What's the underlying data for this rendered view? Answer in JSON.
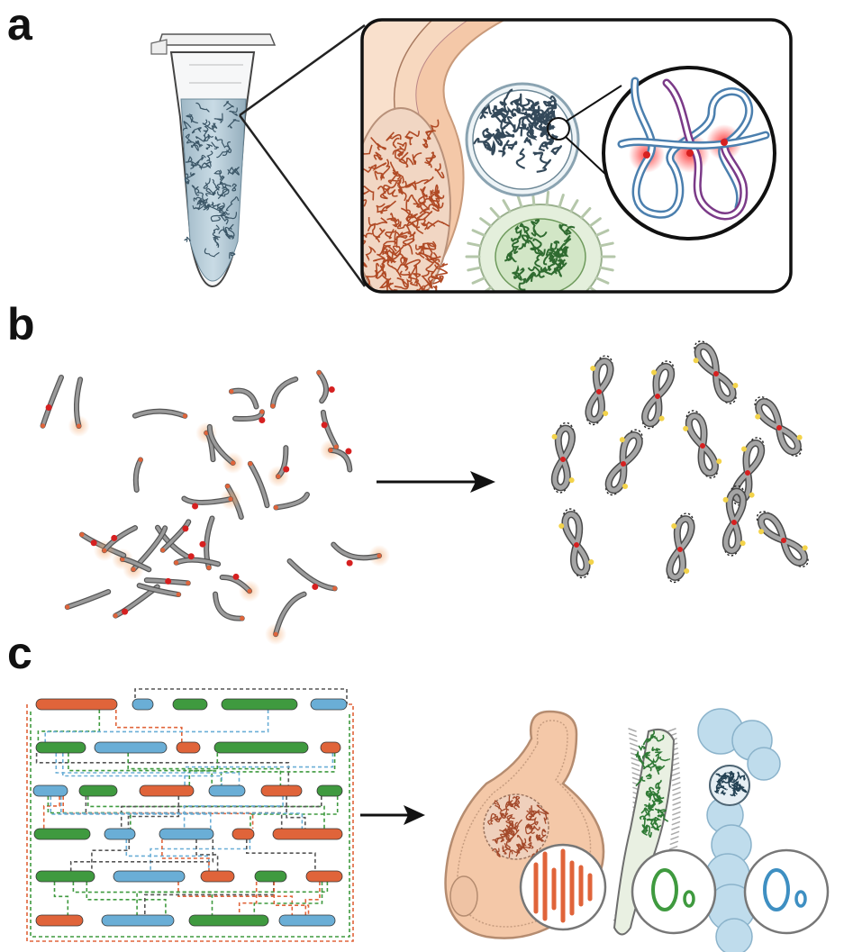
{
  "panels": [
    {
      "label": "a"
    },
    {
      "label": "b"
    },
    {
      "label": "c"
    }
  ],
  "colors": {
    "orange": "#e0643a",
    "blue": "#6aaed6",
    "green": "#3f9a3f",
    "yeast_fill": "#f4c8a8",
    "rod_green": "#2f7a35",
    "chain_blue": "#bfdcec",
    "dna_grey": "#7d7d7d",
    "crosslink_red": "#d62020",
    "marker_yellow": "#f3d34a",
    "loop_blue": "#4b7fae",
    "loop_purple": "#7b3a88"
  },
  "icons": [
    "microcentrifuge-tube-icon",
    "yeast-cell-icon",
    "rod-bacterium-icon",
    "chain-bacterium-icon",
    "arrow-icon"
  ]
}
